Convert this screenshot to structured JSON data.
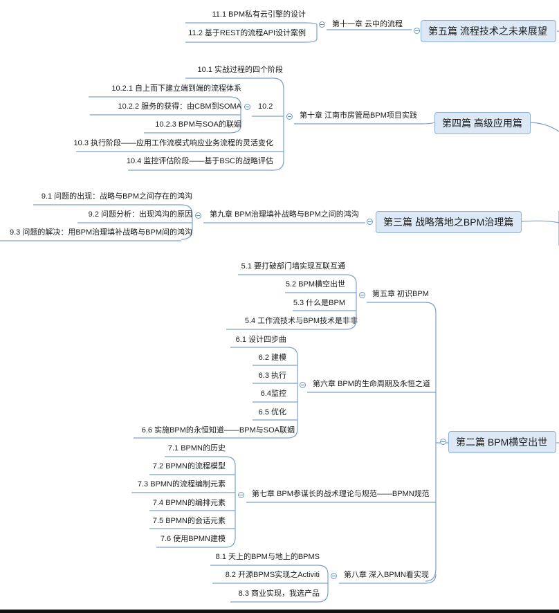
{
  "parts": [
    {
      "key": "p5",
      "label": "第五篇 流程技术之未来展望",
      "chapters": [
        {
          "key": "c11",
          "label": "第十一章 云中的流程",
          "items": [
            {
              "label": "11.1 BPM私有云引擎的设计"
            },
            {
              "label": "11.2 基于REST的流程API设计案例"
            }
          ]
        }
      ]
    },
    {
      "key": "p4",
      "label": "第四篇 高级应用篇",
      "chapters": [
        {
          "key": "c10",
          "label": "第十章 江南市房管局BPM项目实践",
          "items": [
            {
              "label": "10.1 实战过程的四个阶段"
            },
            {
              "label": "10.2",
              "children": [
                {
                  "label": "10.2.1 自上而下建立端到端的流程体系"
                },
                {
                  "label": "10.2.2 服务的获得：由CBM到SOMA"
                },
                {
                  "label": "10.2.3 BPM与SOA的联姻"
                }
              ]
            },
            {
              "label": "10.3 执行阶段——应用工作流模式响应业务流程的灵活变化"
            },
            {
              "label": "10.4 监控评估阶段——基于BSC的战略评估"
            }
          ]
        }
      ]
    },
    {
      "key": "p3",
      "label": "第三篇 战略落地之BPM治理篇",
      "chapters": [
        {
          "key": "c9",
          "label": "第九章 BPM治理填补战略与BPM之间的鸿沟",
          "items": [
            {
              "label": "9.1 问题的出现：战略与BPM之间存在的鸿沟"
            },
            {
              "label": "9.2 问题分析：出现鸿沟的原因"
            },
            {
              "label": "9.3 问题的解决：用BPM治理填补战略与BPM间的鸿沟"
            }
          ]
        }
      ]
    },
    {
      "key": "p2",
      "label": "第二篇 BPM横空出世",
      "chapters": [
        {
          "key": "c5",
          "label": "第五章 初识BPM",
          "items": [
            {
              "label": "5.1 要打破部门墙实现互联互通"
            },
            {
              "label": "5.2 BPM横空出世"
            },
            {
              "label": "5.3 什么是BPM"
            },
            {
              "label": "5.4 工作流技术与BPM技术是非非"
            }
          ]
        },
        {
          "key": "c6",
          "label": "第六章 BPM的生命周期及永恒之道",
          "items": [
            {
              "label": "6.1 设计四步曲"
            },
            {
              "label": "6.2 建模"
            },
            {
              "label": "6.3 执行"
            },
            {
              "label": "6.4监控"
            },
            {
              "label": "6.5 优化"
            },
            {
              "label": "6.6 实施BPM的永恒知道——BPM与SOA联姻"
            }
          ]
        },
        {
          "key": "c7",
          "label": "第七章 BPM参谋长的战术理论与规范——BPMN规范",
          "items": [
            {
              "label": "7.1 BPMN的历史"
            },
            {
              "label": "7.2 BPMN的流程模型"
            },
            {
              "label": "7.3 BPMN的流程编制元素"
            },
            {
              "label": "7.4 BPMN的编排元素"
            },
            {
              "label": "7.5 BPMN的会话元素"
            },
            {
              "label": "7.6 使用BPMN建模"
            }
          ]
        },
        {
          "key": "c8",
          "label": "第八章 深入BPMN看实现",
          "items": [
            {
              "label": "8.1 天上的BPM与地上的BPMS"
            },
            {
              "label": "8.2 开源BPMS实现之Activiti"
            },
            {
              "label": "8.3 商业实现，我选产品"
            }
          ]
        }
      ]
    }
  ],
  "colors": {
    "line": "#7a9fcf",
    "node_fill": "#dce8f5",
    "node_border": "#8fb0d6"
  }
}
